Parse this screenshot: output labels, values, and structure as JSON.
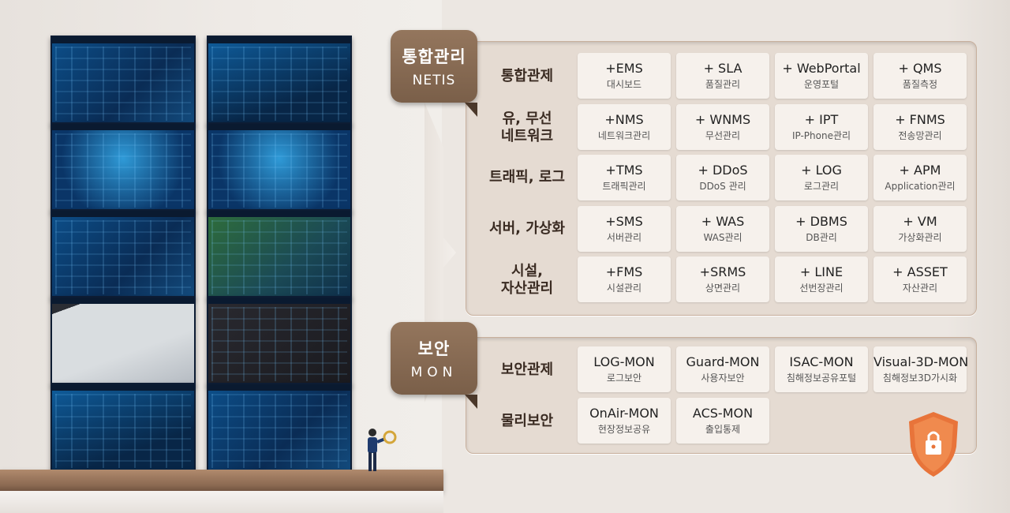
{
  "integrated": {
    "tag_title": "통합관리",
    "tag_subtitle": "NETIS",
    "rows": [
      {
        "category": "통합관제",
        "items": [
          {
            "main": "+EMS",
            "sub": "대시보드"
          },
          {
            "main": "+ SLA",
            "sub": "품질관리"
          },
          {
            "main": "+ WebPortal",
            "sub": "운영포털"
          },
          {
            "main": "+ QMS",
            "sub": "품질측정"
          }
        ]
      },
      {
        "category": "유, 무선\n네트워크",
        "items": [
          {
            "main": "+NMS",
            "sub": "네트워크관리"
          },
          {
            "main": "+ WNMS",
            "sub": "무선관리"
          },
          {
            "main": "+ IPT",
            "sub": "IP-Phone관리"
          },
          {
            "main": "+ FNMS",
            "sub": "전송망관리"
          }
        ]
      },
      {
        "category": "트래픽, 로그",
        "items": [
          {
            "main": "+TMS",
            "sub": "트래픽관리"
          },
          {
            "main": "+ DDoS",
            "sub": "DDoS 관리"
          },
          {
            "main": "+ LOG",
            "sub": "로그관리"
          },
          {
            "main": "+ APM",
            "sub": "Application관리"
          }
        ]
      },
      {
        "category": "서버, 가상화",
        "items": [
          {
            "main": "+SMS",
            "sub": "서버관리"
          },
          {
            "main": "+ WAS",
            "sub": "WAS관리"
          },
          {
            "main": "+ DBMS",
            "sub": "DB관리"
          },
          {
            "main": "+ VM",
            "sub": "가상화관리"
          }
        ]
      },
      {
        "category": "시설,\n자산관리",
        "items": [
          {
            "main": "+FMS",
            "sub": "시설관리"
          },
          {
            "main": "+SRMS",
            "sub": "상면관리"
          },
          {
            "main": "+ LINE",
            "sub": "선번장관리"
          },
          {
            "main": "+ ASSET",
            "sub": "자산관리"
          }
        ]
      }
    ]
  },
  "security": {
    "tag_title": "보안",
    "tag_subtitle": "MON",
    "rows": [
      {
        "category": "보안관제",
        "items": [
          {
            "main": "LOG-MON",
            "sub": "로그보안"
          },
          {
            "main": "Guard-MON",
            "sub": "사용자보안"
          },
          {
            "main": "ISAC-MON",
            "sub": "침해정보공유포털"
          },
          {
            "main": "Visual-3D-MON",
            "sub": "침해정보3D가시화"
          }
        ]
      },
      {
        "category": "물리보안",
        "items": [
          {
            "main": "OnAir-MON",
            "sub": "현장정보공유"
          },
          {
            "main": "ACS-MON",
            "sub": "출입통제"
          }
        ]
      }
    ]
  },
  "icons": [
    "shield-lock-icon",
    "person-magnifier-icon"
  ],
  "colors": {
    "tag": "#8a6c54",
    "panel": "#e5dbd2",
    "card": "#f6f1ec",
    "shield": "#e8743a"
  }
}
